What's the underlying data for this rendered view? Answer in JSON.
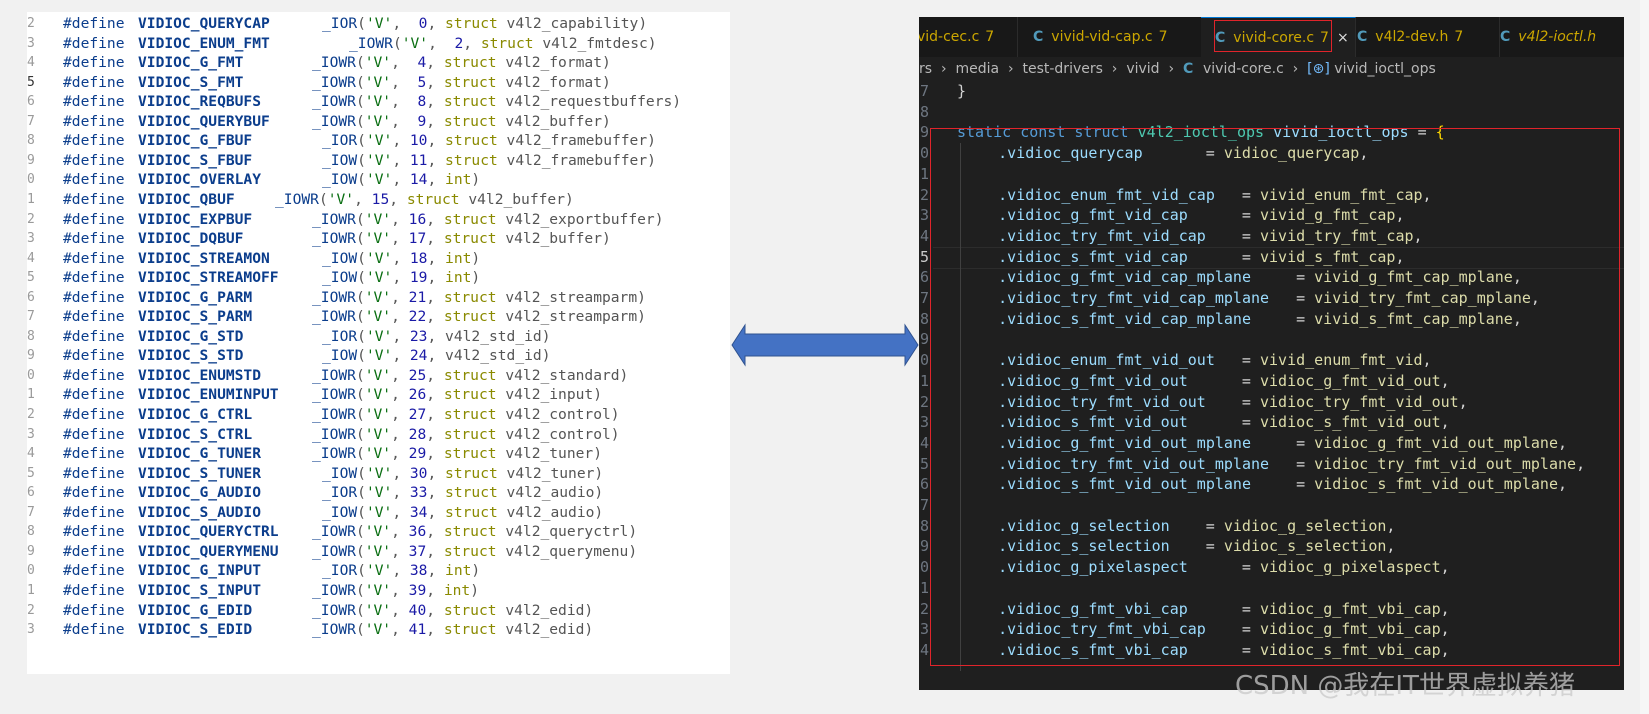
{
  "left_code": {
    "lines": [
      {
        "ln": "2",
        "name": "VIDIOC_QUERYCAP",
        "fn": "_IOR",
        "num": "0",
        "arg": "struct v4l2_capability)",
        "bold": false
      },
      {
        "ln": "3",
        "name": "VIDIOC_ENUM_FMT",
        "fn": "_IOWR",
        "num": "2",
        "arg": "struct v4l2_fmtdesc)",
        "bold": false
      },
      {
        "ln": "4",
        "name": "VIDIOC_G_FMT",
        "fn": "_IOWR",
        "num": "4",
        "arg": "struct v4l2_format)",
        "bold": false
      },
      {
        "ln": "5",
        "name": "VIDIOC_S_FMT",
        "fn": "_IOWR",
        "num": "5",
        "arg": "struct v4l2_format)",
        "bold": true
      },
      {
        "ln": "6",
        "name": "VIDIOC_REQBUFS",
        "fn": "_IOWR",
        "num": "8",
        "arg": "struct v4l2_requestbuffers)",
        "bold": false
      },
      {
        "ln": "7",
        "name": "VIDIOC_QUERYBUF",
        "fn": "_IOWR",
        "num": "9",
        "arg": "struct v4l2_buffer)",
        "bold": false
      },
      {
        "ln": "8",
        "name": "VIDIOC_G_FBUF",
        "fn": "_IOR",
        "num": "10",
        "arg": "struct v4l2_framebuffer)",
        "bold": false
      },
      {
        "ln": "9",
        "name": "VIDIOC_S_FBUF",
        "fn": "_IOW",
        "num": "11",
        "arg": "struct v4l2_framebuffer)",
        "bold": false
      },
      {
        "ln": "0",
        "name": "VIDIOC_OVERLAY",
        "fn": "_IOW",
        "num": "14",
        "arg": "int)",
        "bold": false
      },
      {
        "ln": "1",
        "name": "VIDIOC_QBUF",
        "fn": "_IOWR",
        "num": "15",
        "arg": "struct v4l2_buffer)",
        "bold": false
      },
      {
        "ln": "2",
        "name": "VIDIOC_EXPBUF",
        "fn": "_IOWR",
        "num": "16",
        "arg": "struct v4l2_exportbuffer)",
        "bold": false
      },
      {
        "ln": "3",
        "name": "VIDIOC_DQBUF",
        "fn": "_IOWR",
        "num": "17",
        "arg": "struct v4l2_buffer)",
        "bold": false
      },
      {
        "ln": "4",
        "name": "VIDIOC_STREAMON",
        "fn": "_IOW",
        "num": "18",
        "arg": "int)",
        "bold": false
      },
      {
        "ln": "5",
        "name": "VIDIOC_STREAMOFF",
        "fn": "_IOW",
        "num": "19",
        "arg": "int)",
        "bold": false
      },
      {
        "ln": "6",
        "name": "VIDIOC_G_PARM",
        "fn": "_IOWR",
        "num": "21",
        "arg": "struct v4l2_streamparm)",
        "bold": false
      },
      {
        "ln": "7",
        "name": "VIDIOC_S_PARM",
        "fn": "_IOWR",
        "num": "22",
        "arg": "struct v4l2_streamparm)",
        "bold": false
      },
      {
        "ln": "8",
        "name": "VIDIOC_G_STD",
        "fn": "_IOR",
        "num": "23",
        "arg": "v4l2_std_id)",
        "bold": false
      },
      {
        "ln": "9",
        "name": "VIDIOC_S_STD",
        "fn": "_IOW",
        "num": "24",
        "arg": "v4l2_std_id)",
        "bold": false
      },
      {
        "ln": "0",
        "name": "VIDIOC_ENUMSTD",
        "fn": "_IOWR",
        "num": "25",
        "arg": "struct v4l2_standard)",
        "bold": false
      },
      {
        "ln": "1",
        "name": "VIDIOC_ENUMINPUT",
        "fn": "_IOWR",
        "num": "26",
        "arg": "struct v4l2_input)",
        "bold": false
      },
      {
        "ln": "2",
        "name": "VIDIOC_G_CTRL",
        "fn": "_IOWR",
        "num": "27",
        "arg": "struct v4l2_control)",
        "bold": false
      },
      {
        "ln": "3",
        "name": "VIDIOC_S_CTRL",
        "fn": "_IOWR",
        "num": "28",
        "arg": "struct v4l2_control)",
        "bold": false
      },
      {
        "ln": "4",
        "name": "VIDIOC_G_TUNER",
        "fn": "_IOWR",
        "num": "29",
        "arg": "struct v4l2_tuner)",
        "bold": false
      },
      {
        "ln": "5",
        "name": "VIDIOC_S_TUNER",
        "fn": "_IOW",
        "num": "30",
        "arg": "struct v4l2_tuner)",
        "bold": false
      },
      {
        "ln": "6",
        "name": "VIDIOC_G_AUDIO",
        "fn": "_IOR",
        "num": "33",
        "arg": "struct v4l2_audio)",
        "bold": false
      },
      {
        "ln": "7",
        "name": "VIDIOC_S_AUDIO",
        "fn": "_IOW",
        "num": "34",
        "arg": "struct v4l2_audio)",
        "bold": false
      },
      {
        "ln": "8",
        "name": "VIDIOC_QUERYCTRL",
        "fn": "_IOWR",
        "num": "36",
        "arg": "struct v4l2_queryctrl)",
        "bold": false
      },
      {
        "ln": "9",
        "name": "VIDIOC_QUERYMENU",
        "fn": "_IOWR",
        "num": "37",
        "arg": "struct v4l2_querymenu)",
        "bold": false
      },
      {
        "ln": "0",
        "name": "VIDIOC_G_INPUT",
        "fn": "_IOR",
        "num": "38",
        "arg": "int)",
        "bold": false
      },
      {
        "ln": "1",
        "name": "VIDIOC_S_INPUT",
        "fn": "_IOWR",
        "num": "39",
        "arg": "int)",
        "bold": false
      },
      {
        "ln": "2",
        "name": "VIDIOC_G_EDID",
        "fn": "_IOWR",
        "num": "40",
        "arg": "struct v4l2_edid)",
        "bold": false
      },
      {
        "ln": "3",
        "name": "VIDIOC_S_EDID",
        "fn": "_IOWR",
        "num": "41",
        "arg": "struct v4l2_edid)",
        "bold": false
      }
    ],
    "define_kw": "#define",
    "type_char": "'V'"
  },
  "editor": {
    "tabs": [
      {
        "label": "vid-cec.c",
        "badge": "7",
        "icon": "c-file-icon",
        "active": false
      },
      {
        "label": "vivid-vid-cap.c",
        "badge": "7",
        "icon": "c-file-icon",
        "active": false
      },
      {
        "label": "vivid-core.c",
        "badge": "7",
        "icon": "c-file-icon",
        "active": true
      },
      {
        "label": "v4l2-dev.h",
        "badge": "7",
        "icon": "c-file-icon",
        "active": false
      },
      {
        "label": "v4l2-ioctl.h",
        "badge": "",
        "icon": "c-file-icon",
        "active": false
      }
    ],
    "close_glyph": "×",
    "c_glyph": "C",
    "breadcrumbs": [
      "rs",
      "media",
      "test-drivers",
      "vivid",
      "vivid-core.c",
      "vivid_ioctl_ops"
    ],
    "breadcrumb_sep": "›",
    "ops_glyph": "[⊛]",
    "struct_decl": {
      "kw1": "static",
      "kw2": "const",
      "kw3": "struct",
      "type": "v4l2_ioctl_ops",
      "name": "vivid_ioctl_ops",
      "eq": "=",
      "brace": "{"
    },
    "closing_brace": "}",
    "lines": [
      {
        "ln": "7",
        "kind": "closebrace"
      },
      {
        "ln": "8",
        "kind": "blank"
      },
      {
        "ln": "9",
        "kind": "decl"
      },
      {
        "ln": "0",
        "kind": "entry",
        "field": ".vidioc_querycap",
        "value": "vidioc_querycap,",
        "eqcol": 27
      },
      {
        "ln": "1",
        "kind": "blank"
      },
      {
        "ln": "2",
        "kind": "entry",
        "field": ".vidioc_enum_fmt_vid_cap",
        "value": "vivid_enum_fmt_cap,",
        "eqcol": 31
      },
      {
        "ln": "3",
        "kind": "entry",
        "field": ".vidioc_g_fmt_vid_cap",
        "value": "vivid_g_fmt_cap,",
        "eqcol": 31
      },
      {
        "ln": "4",
        "kind": "entry",
        "field": ".vidioc_try_fmt_vid_cap",
        "value": "vivid_try_fmt_cap,",
        "eqcol": 31
      },
      {
        "ln": "5",
        "kind": "entry",
        "field": ".vidioc_s_fmt_vid_cap",
        "value": "vivid_s_fmt_cap,",
        "eqcol": 31,
        "current": true
      },
      {
        "ln": "6",
        "kind": "entry",
        "field": ".vidioc_g_fmt_vid_cap_mplane",
        "value": "vivid_g_fmt_cap_mplane,",
        "eqcol": 37
      },
      {
        "ln": "7",
        "kind": "entry",
        "field": ".vidioc_try_fmt_vid_cap_mplane",
        "value": "vivid_try_fmt_cap_mplane,",
        "eqcol": 37
      },
      {
        "ln": "8",
        "kind": "entry",
        "field": ".vidioc_s_fmt_vid_cap_mplane",
        "value": "vivid_s_fmt_cap_mplane,",
        "eqcol": 37
      },
      {
        "ln": "9",
        "kind": "blank"
      },
      {
        "ln": "0",
        "kind": "entry",
        "field": ".vidioc_enum_fmt_vid_out",
        "value": "vivid_enum_fmt_vid,",
        "eqcol": 31
      },
      {
        "ln": "1",
        "kind": "entry",
        "field": ".vidioc_g_fmt_vid_out",
        "value": "vidioc_g_fmt_vid_out,",
        "eqcol": 31
      },
      {
        "ln": "2",
        "kind": "entry",
        "field": ".vidioc_try_fmt_vid_out",
        "value": "vidioc_try_fmt_vid_out,",
        "eqcol": 31
      },
      {
        "ln": "3",
        "kind": "entry",
        "field": ".vidioc_s_fmt_vid_out",
        "value": "vidioc_s_fmt_vid_out,",
        "eqcol": 31
      },
      {
        "ln": "4",
        "kind": "entry",
        "field": ".vidioc_g_fmt_vid_out_mplane",
        "value": "vidioc_g_fmt_vid_out_mplane,",
        "eqcol": 37
      },
      {
        "ln": "5",
        "kind": "entry",
        "field": ".vidioc_try_fmt_vid_out_mplane",
        "value": "vidioc_try_fmt_vid_out_mplane,",
        "eqcol": 37
      },
      {
        "ln": "6",
        "kind": "entry",
        "field": ".vidioc_s_fmt_vid_out_mplane",
        "value": "vidioc_s_fmt_vid_out_mplane,",
        "eqcol": 37
      },
      {
        "ln": "7",
        "kind": "blank"
      },
      {
        "ln": "8",
        "kind": "entry",
        "field": ".vidioc_g_selection",
        "value": "vidioc_g_selection,",
        "eqcol": 27
      },
      {
        "ln": "9",
        "kind": "entry",
        "field": ".vidioc_s_selection",
        "value": "vidioc_s_selection,",
        "eqcol": 27
      },
      {
        "ln": "0",
        "kind": "entry",
        "field": ".vidioc_g_pixelaspect",
        "value": "vidioc_g_pixelaspect,",
        "eqcol": 31
      },
      {
        "ln": "1",
        "kind": "blank"
      },
      {
        "ln": "2",
        "kind": "entry",
        "field": ".vidioc_g_fmt_vbi_cap",
        "value": "vidioc_g_fmt_vbi_cap,",
        "eqcol": 31
      },
      {
        "ln": "3",
        "kind": "entry",
        "field": ".vidioc_try_fmt_vbi_cap",
        "value": "vidioc_g_fmt_vbi_cap,",
        "eqcol": 31
      },
      {
        "ln": "4",
        "kind": "entry",
        "field": ".vidioc_s_fmt_vbi_cap",
        "value": "vidioc_s_fmt_vbi_cap,",
        "eqcol": 31
      }
    ]
  },
  "watermark": "CSDN @我在IT世界虚拟养猪",
  "colors": {
    "highlight_box": "#e0242b",
    "arrow_fill": "#4472c4",
    "arrow_stroke": "#2f528f"
  }
}
